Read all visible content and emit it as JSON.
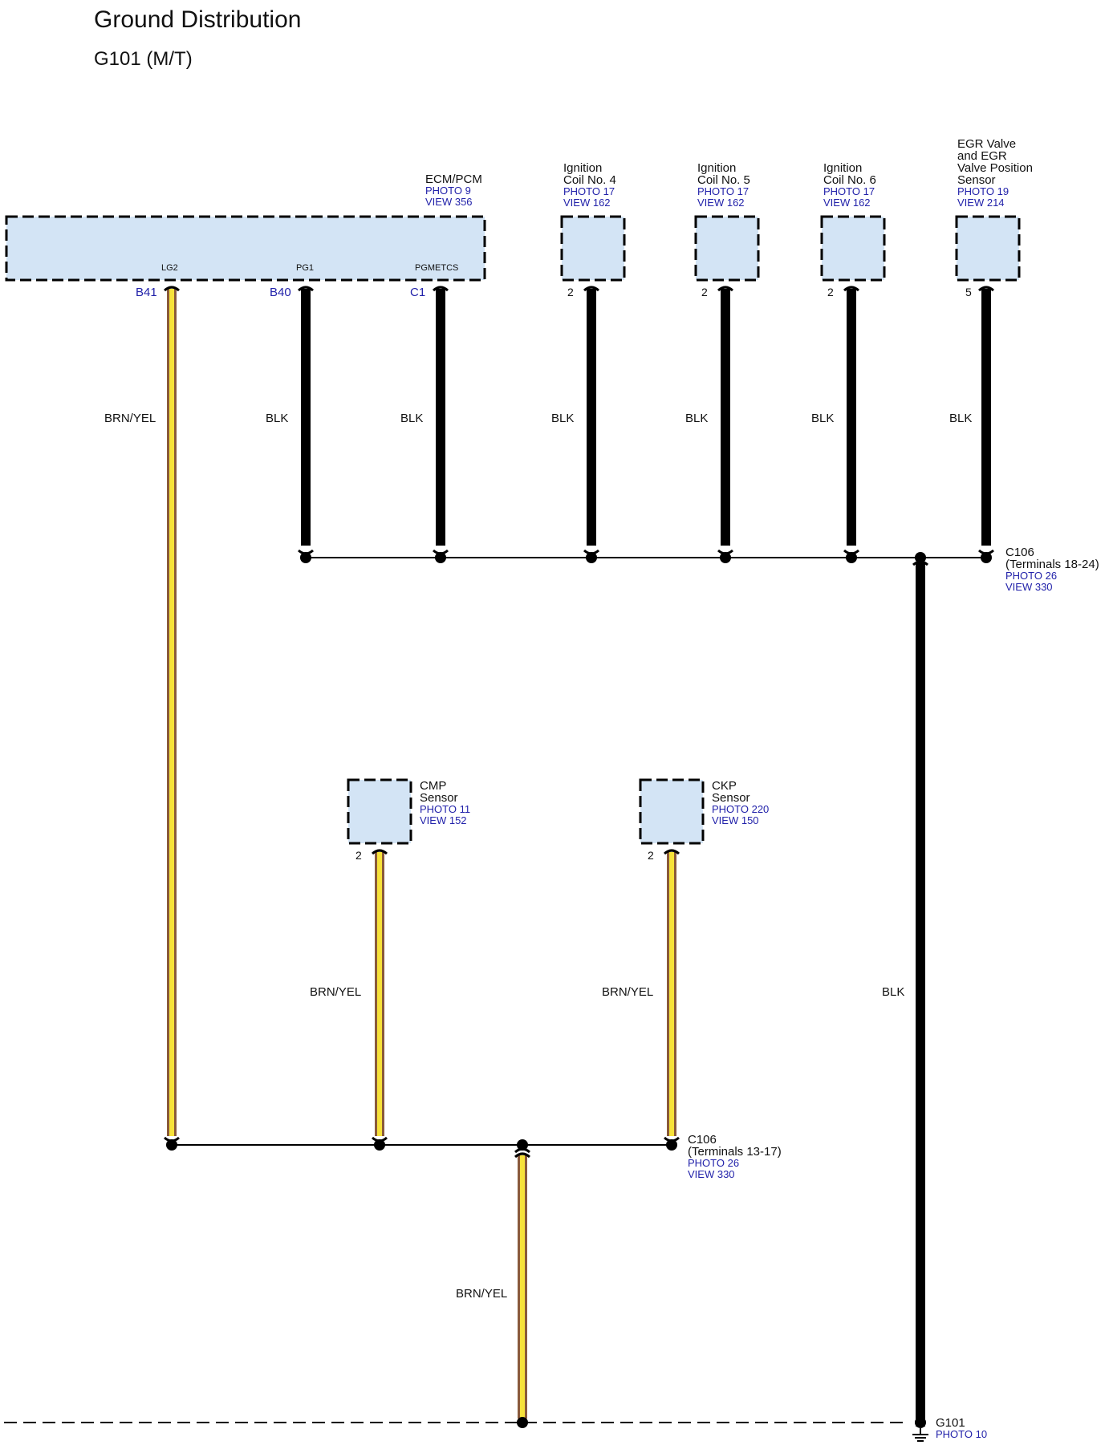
{
  "page": {
    "title": "Ground Distribution",
    "subtitle": "G101 (M/T)"
  },
  "components": {
    "ecm": {
      "name": "ECM/PCM",
      "photo": "PHOTO 9",
      "view": "VIEW 356",
      "terminals": {
        "lg2": "LG2",
        "pg1": "PG1",
        "pgmetcs": "PGMETCS"
      },
      "pins": {
        "lg2": "B41",
        "pg1": "B40",
        "pgmetcs": "C1"
      }
    },
    "coil4": {
      "name1": "Ignition",
      "name2": "Coil No. 4",
      "photo": "PHOTO 17",
      "view": "VIEW 162",
      "pin": "2"
    },
    "coil5": {
      "name1": "Ignition",
      "name2": "Coil No. 5",
      "photo": "PHOTO 17",
      "view": "VIEW 162",
      "pin": "2"
    },
    "coil6": {
      "name1": "Ignition",
      "name2": "Coil No. 6",
      "photo": "PHOTO 17",
      "view": "VIEW 162",
      "pin": "2"
    },
    "egr": {
      "name1": "EGR Valve",
      "name2": "and EGR",
      "name3": "Valve Position",
      "name4": "Sensor",
      "photo": "PHOTO 19",
      "view": "VIEW 214",
      "pin": "5"
    },
    "cmp": {
      "name1": "CMP",
      "name2": "Sensor",
      "photo": "PHOTO 11",
      "view": "VIEW 152",
      "pin": "2"
    },
    "ckp": {
      "name1": "CKP",
      "name2": "Sensor",
      "photo": "PHOTO 220",
      "view": "VIEW 150",
      "pin": "2"
    }
  },
  "wires": {
    "brn_yel": "BRN/YEL",
    "blk": "BLK"
  },
  "connectors": {
    "c106_upper": {
      "name": "C106",
      "terminals": "(Terminals 18-24)",
      "photo": "PHOTO 26",
      "view": "VIEW 330"
    },
    "c106_lower": {
      "name": "C106",
      "terminals": "(Terminals 13-17)",
      "photo": "PHOTO 26",
      "view": "VIEW 330"
    },
    "g101": {
      "name": "G101",
      "photo": "PHOTO 10"
    }
  },
  "colors": {
    "component_fill": "#d3e4f5",
    "wire_black": "#000000",
    "wire_brown": "#8a5a3a",
    "wire_yellow": "#f7e23a",
    "ref_blue": "#2222aa"
  }
}
